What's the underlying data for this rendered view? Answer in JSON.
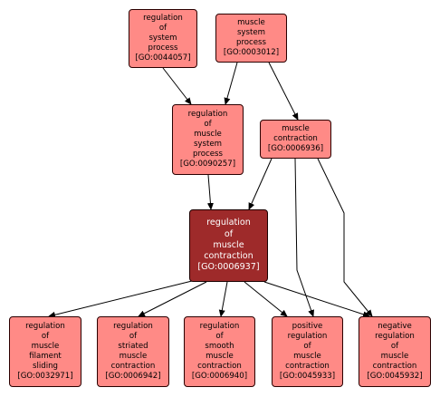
{
  "colors": {
    "node_fill": "#ff8a86",
    "focus_fill": "#9e2a2a",
    "border": "#2a0000",
    "edge": "#000000"
  },
  "nodes": {
    "sysproc": {
      "label": "regulation\nof\nsystem\nprocess\n[GO:0044057]"
    },
    "musproc": {
      "label": "muscle\nsystem\nprocess\n[GO:0003012]"
    },
    "regmusproc": {
      "label": "regulation\nof\nmuscle\nsystem\nprocess\n[GO:0090257]"
    },
    "muscontr": {
      "label": "muscle\ncontraction\n[GO:0006936]"
    },
    "regmuscontr": {
      "label": "regulation\nof\nmuscle\ncontraction\n[GO:0006937]"
    },
    "filament": {
      "label": "regulation\nof\nmuscle\nfilament\nsliding\n[GO:0032971]"
    },
    "striated": {
      "label": "regulation\nof\nstriated\nmuscle\ncontraction\n[GO:0006942]"
    },
    "smooth": {
      "label": "regulation\nof\nsmooth\nmuscle\ncontraction\n[GO:0006940]"
    },
    "positive": {
      "label": "positive\nregulation\nof\nmuscle\ncontraction\n[GO:0045933]"
    },
    "negative": {
      "label": "negative\nregulation\nof\nmuscle\ncontraction\n[GO:0045932]"
    }
  },
  "edges": [
    {
      "from": "sysproc",
      "to": "regmusproc"
    },
    {
      "from": "musproc",
      "to": "regmusproc"
    },
    {
      "from": "musproc",
      "to": "muscontr"
    },
    {
      "from": "regmusproc",
      "to": "regmuscontr"
    },
    {
      "from": "muscontr",
      "to": "regmuscontr"
    },
    {
      "from": "muscontr",
      "to": "positive"
    },
    {
      "from": "muscontr",
      "to": "negative"
    },
    {
      "from": "regmuscontr",
      "to": "filament"
    },
    {
      "from": "regmuscontr",
      "to": "striated"
    },
    {
      "from": "regmuscontr",
      "to": "smooth"
    },
    {
      "from": "regmuscontr",
      "to": "positive"
    },
    {
      "from": "regmuscontr",
      "to": "negative"
    }
  ]
}
